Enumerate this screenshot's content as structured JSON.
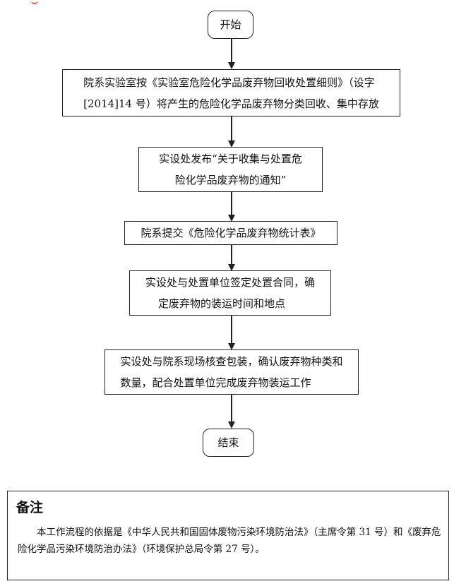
{
  "flowchart": {
    "start_label": "开始",
    "steps": [
      {
        "line1": "院系实验室按《实验室危险化学品废弃物回收处置细则》（设字",
        "line2": "[2014]14 号）将产生的危险化学品废弃物分类回收、集中存放"
      },
      {
        "line1": "实设处发布“关于收集与处置危",
        "line2": "险化学品废弃物的通知”"
      },
      {
        "line1": "院系提交《危险化学品废弃物统计表》"
      },
      {
        "line1": "实设处与处置单位签定处置合同，确",
        "line2": "定废弃物的装运时间和地点"
      },
      {
        "line1": "实设处与院系现场核查包装，确认废弃物种类和",
        "line2": "数量，配合处置单位完成废弃物装运工作"
      }
    ],
    "end_label": "结束"
  },
  "note": {
    "title": "备注",
    "body": "本工作流程的依据是《中华人民共和国固体废物污染环境防治法》（主席令第 31 号）和《废弃危险化学品污染环境防治办法》（环境保护总局令第 27 号）。"
  },
  "colors": {
    "stroke": "#222222",
    "mark": "#e0433a"
  }
}
